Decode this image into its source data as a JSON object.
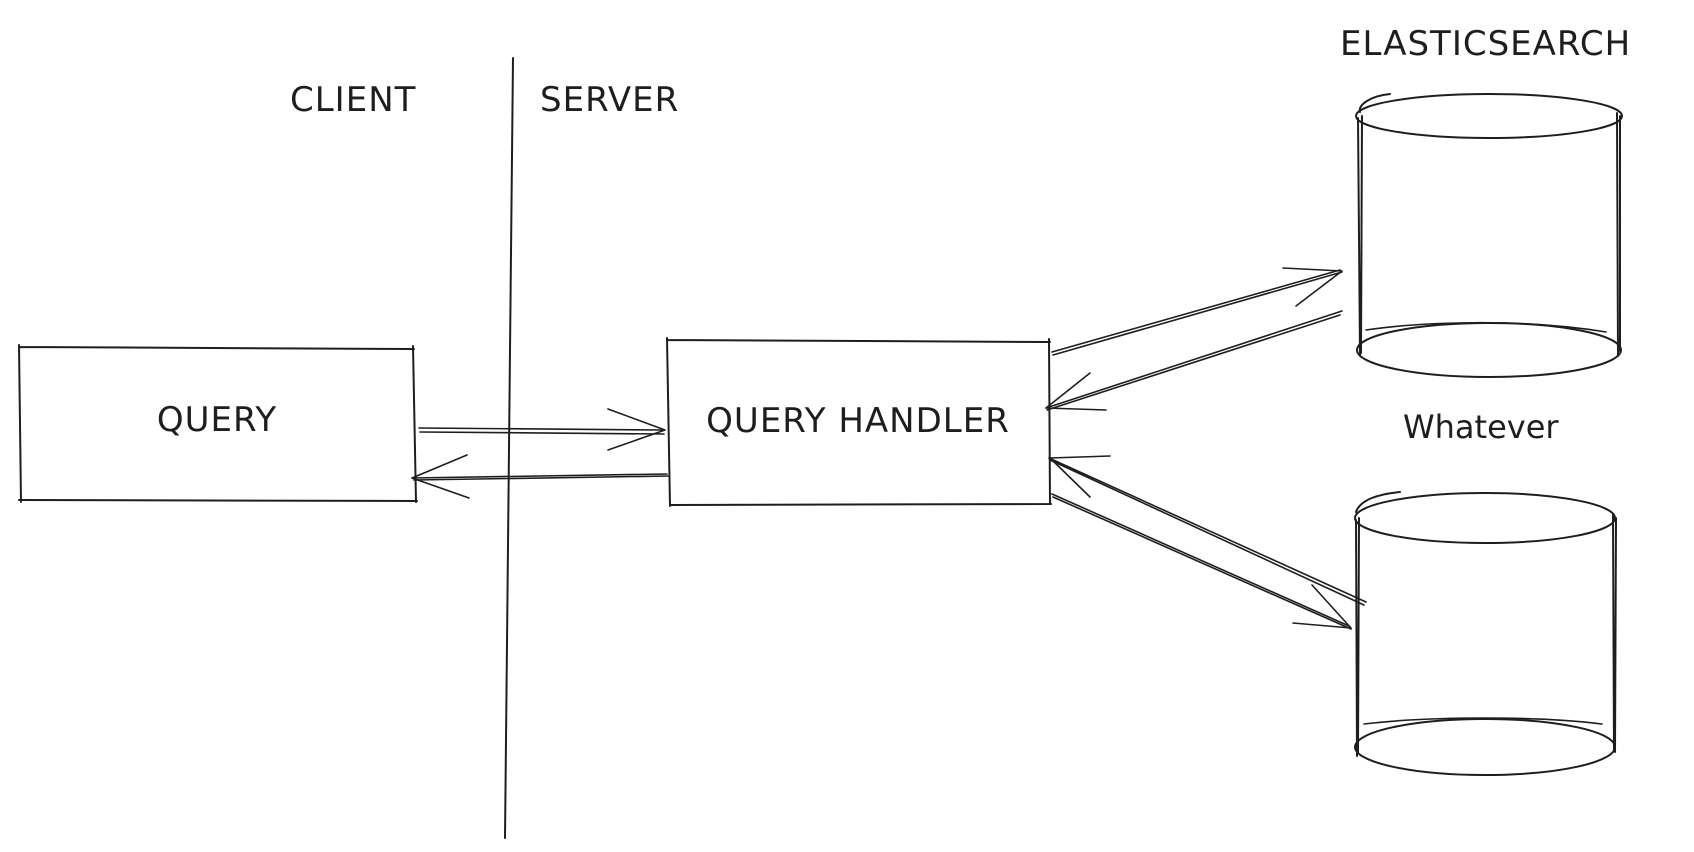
{
  "labels": {
    "client": "CLIENT",
    "server": "SERVER",
    "elasticsearch": "ELASTICSEARCH",
    "whatever": "Whatever"
  },
  "nodes": {
    "query": "QUERY",
    "query_handler": "QUERY HANDLER"
  },
  "colors": {
    "ink": "#1e1e1e",
    "background": "#ffffff"
  }
}
